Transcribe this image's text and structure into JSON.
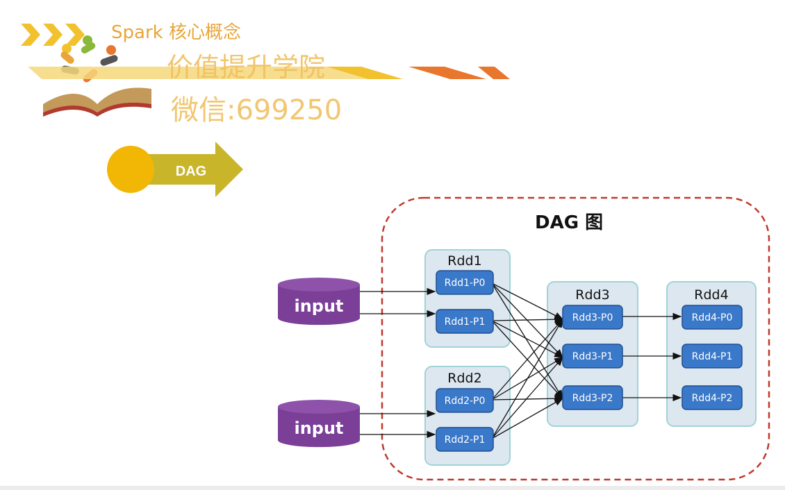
{
  "header": {
    "title": "Spark 核心概念",
    "watermark_line1": "价值提升学院",
    "watermark_line2": "微信:699250"
  },
  "section": {
    "arrow_label": "DAG"
  },
  "diagram": {
    "title": "DAG 图",
    "inputs": [
      "input",
      "input"
    ],
    "groups": [
      {
        "name": "Rdd1",
        "partitions": [
          "Rdd1-P0",
          "Rdd1-P1"
        ]
      },
      {
        "name": "Rdd2",
        "partitions": [
          "Rdd2-P0",
          "Rdd2-P1"
        ]
      },
      {
        "name": "Rdd3",
        "partitions": [
          "Rdd3-P0",
          "Rdd3-P1",
          "Rdd3-P2"
        ]
      },
      {
        "name": "Rdd4",
        "partitions": [
          "Rdd4-P0",
          "Rdd4-P1",
          "Rdd4-P2"
        ]
      }
    ]
  },
  "colors": {
    "accent_yellow": "#f2c12e",
    "accent_orange": "#e8762d",
    "input_purple": "#7b3f98",
    "partition_blue": "#3a78c9",
    "group_bg": "#dde7f0",
    "group_border": "#9fd3d6",
    "dashed_border": "#c0392b"
  }
}
